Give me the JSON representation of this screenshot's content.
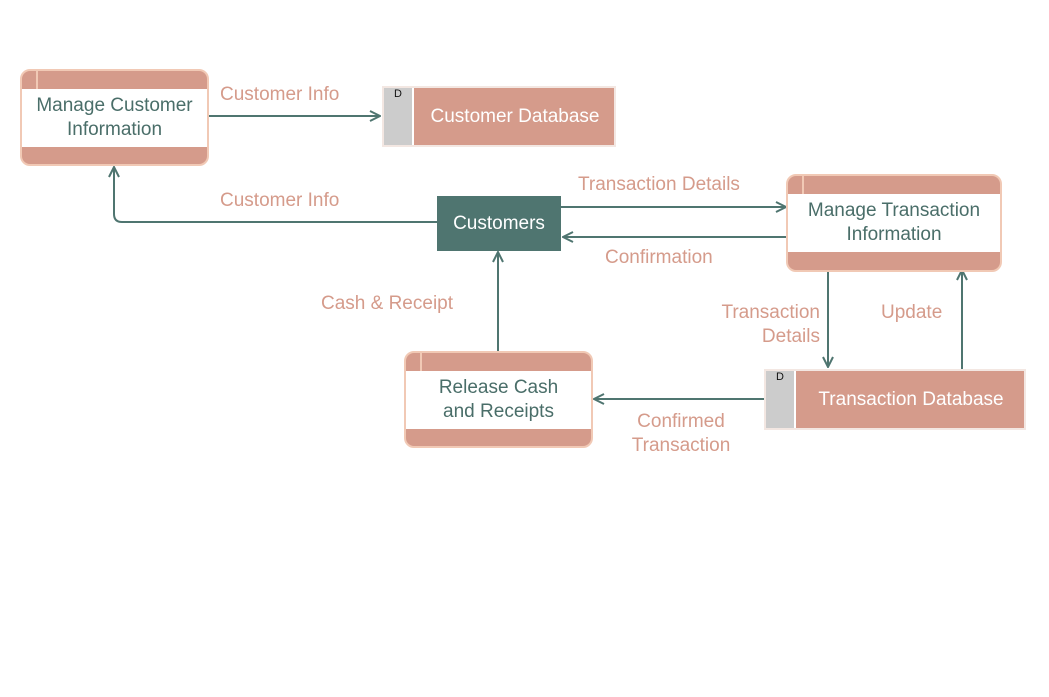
{
  "processes": {
    "manage_customer": "Manage Customer\nInformation",
    "manage_transaction": "Manage Transaction\nInformation",
    "release_cash": "Release Cash\nand Receipts"
  },
  "stores": {
    "customer_db": {
      "id": "D",
      "name": "Customer Database"
    },
    "transaction_db": {
      "id": "D",
      "name": "Transaction Database"
    }
  },
  "entity": {
    "customers": "Customers"
  },
  "flows": {
    "customer_info_to_db": "Customer Info",
    "customer_info_from_customers": "Customer Info",
    "transaction_details_to_manage": "Transaction Details",
    "confirmation": "Confirmation",
    "transaction_details_to_db": "Transaction\nDetails",
    "update": "Update",
    "confirmed_transaction": "Confirmed\nTransaction",
    "cash_receipt": "Cash & Receipt"
  },
  "colors": {
    "process_fill": "#d59b8b",
    "process_border": "#f1c9b5",
    "entity_fill": "#4f7570",
    "arrow": "#4f7570",
    "label": "#d59b8b"
  }
}
